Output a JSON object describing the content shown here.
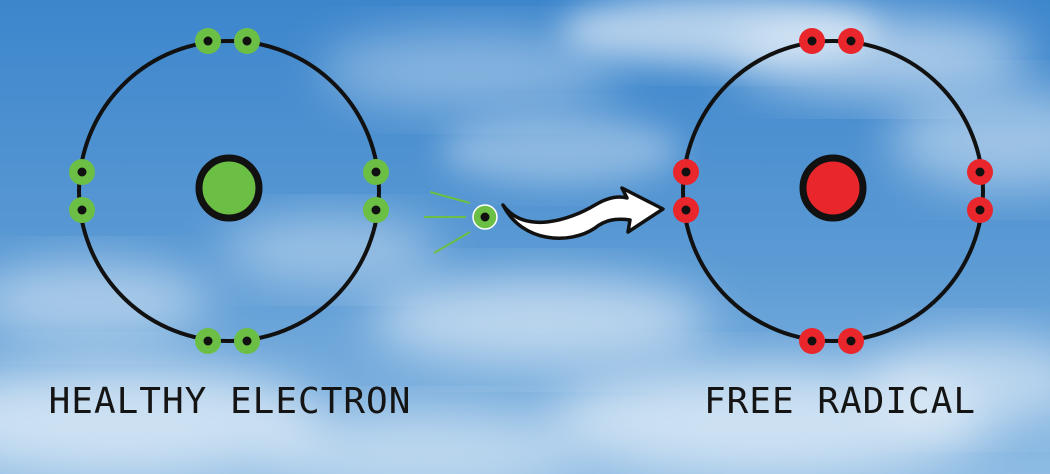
{
  "left_atom": {
    "caption": "HEALTHY ELECTRON",
    "electron_count": 8,
    "color": "#6cbf45"
  },
  "right_atom": {
    "caption": "FREE RADICAL",
    "electron_count": 8,
    "color": "#e8262c"
  },
  "released_electron": {
    "color": "#6cbf45",
    "icon": "electron-icon"
  },
  "arrow": {
    "icon": "wavy-arrow-icon",
    "fill": "#ffffff",
    "stroke": "#111111"
  },
  "background": {
    "sky": "#4b8fd0",
    "cloud": "#ffffff"
  }
}
